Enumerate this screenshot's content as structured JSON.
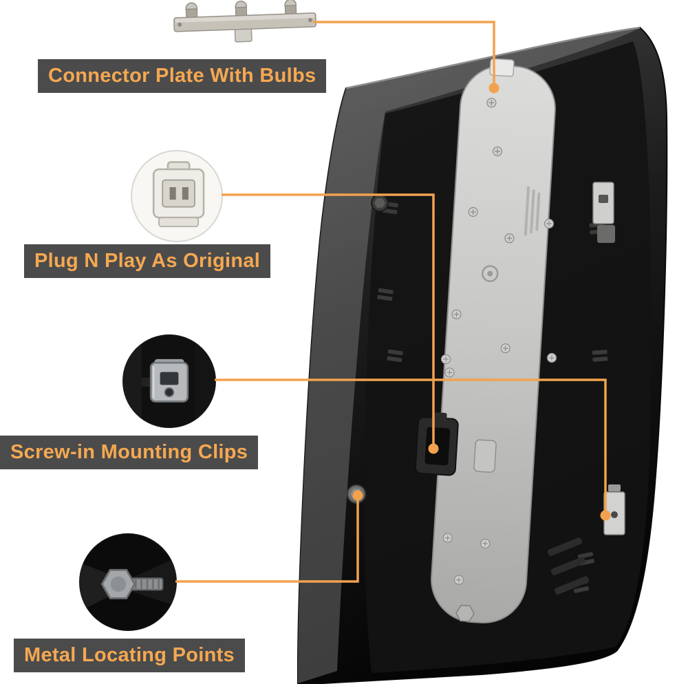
{
  "colors": {
    "accent": "#F2A24E",
    "label_bg": "#4B4B4B",
    "label_text": "#F5A851",
    "background": "#FFFFFF"
  },
  "callouts": [
    {
      "id": "connector-plate",
      "label": "Connector Plate With Bulbs"
    },
    {
      "id": "plug",
      "label": "Plug N Play As Original"
    },
    {
      "id": "mounting-clips",
      "label": "Screw-in Mounting Clips"
    },
    {
      "id": "locating-points",
      "label": "Metal Locating Points"
    }
  ]
}
